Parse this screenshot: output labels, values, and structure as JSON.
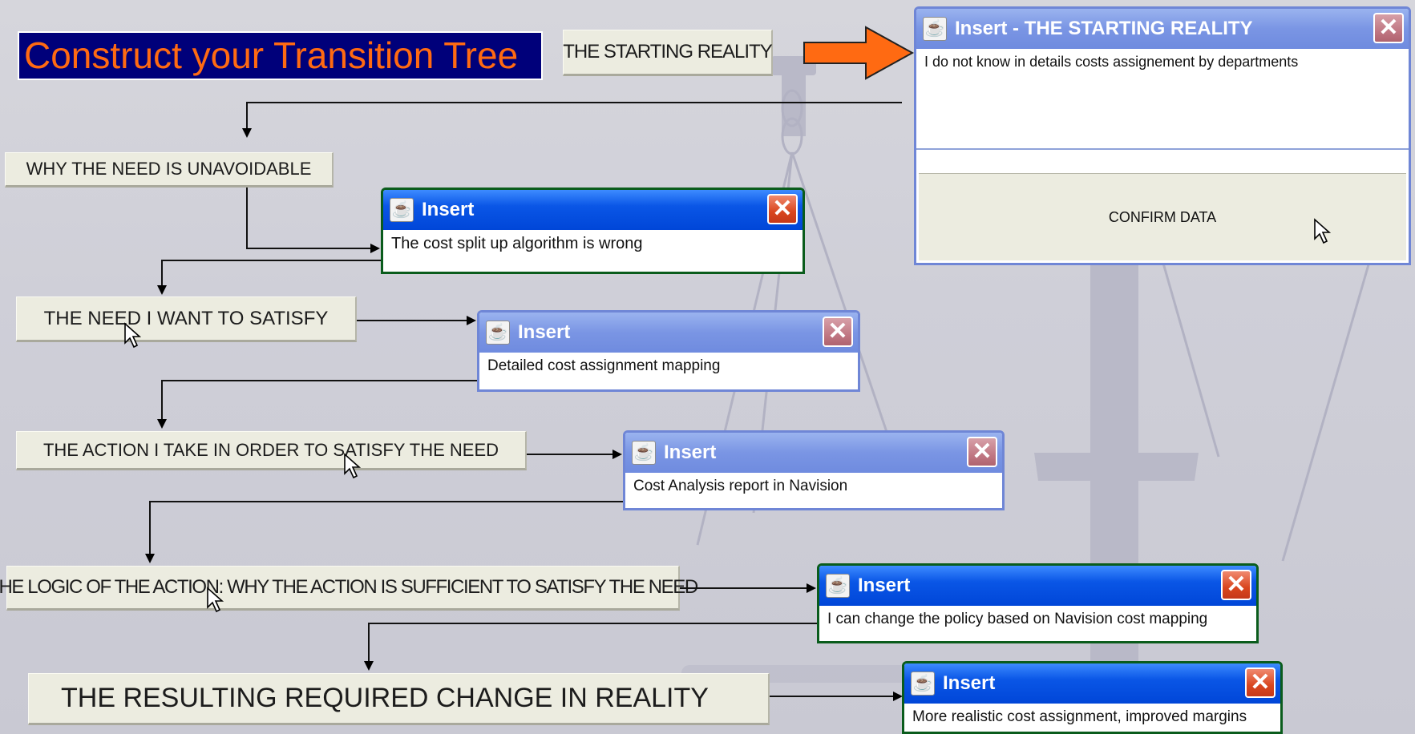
{
  "page_title": "Construct your Transition Tree",
  "labels": {
    "starting_reality": "THE STARTING REALITY",
    "why_need": "WHY THE NEED IS UNAVOIDABLE",
    "need": "THE NEED I WANT TO SATISFY",
    "action": "THE ACTION I TAKE IN ORDER TO SATISFY THE NEED",
    "logic": "THE LOGIC OF THE ACTION: WHY THE ACTION IS SUFFICIENT TO SATISFY THE NEED",
    "resulting_change": "THE RESULTING REQUIRED CHANGE IN REALITY"
  },
  "dialogs": {
    "starting_reality": {
      "title": "Insert - THE STARTING REALITY",
      "value": "I do not know in details costs assignement by departments",
      "confirm_label": "CONFIRM DATA"
    },
    "why_need": {
      "title": "Insert",
      "value": "The cost split up algorithm is wrong"
    },
    "need": {
      "title": "Insert",
      "value": "Detailed cost assignment mapping"
    },
    "action": {
      "title": "Insert",
      "value": "Cost Analysis report in Navision"
    },
    "logic": {
      "title": "Insert",
      "value": "I can change the policy based on Navision cost mapping"
    },
    "resulting_change": {
      "title": "Insert",
      "value": "More realistic cost assignment, improved margins"
    }
  },
  "icons": {
    "window_icon": "java-cup-icon",
    "close_icon": "close-x-icon",
    "arrow": "orange-right-arrow-icon",
    "cursor": "mouse-pointer-icon"
  },
  "colors": {
    "title_bg": "#00007a",
    "title_text": "#ff6a12",
    "titlebar_active": "#0a56e6",
    "titlebar_inactive": "#7a95e4",
    "close_active": "#d9461e",
    "arrow_orange": "#ff6a12",
    "label_bg": "#ecece0"
  }
}
